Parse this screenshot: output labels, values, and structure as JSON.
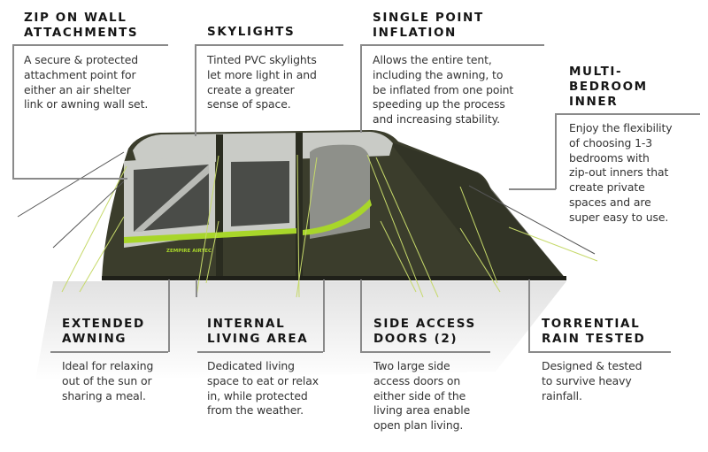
{
  "features": [
    {
      "id": "zip-on-wall-attachments",
      "title": "ZIP ON WALL\nATTACHMENTS",
      "description": "A secure & protected\nattachment point for\neither an air shelter\nlink or awning wall set."
    },
    {
      "id": "skylights",
      "title": "SKYLIGHTS",
      "description": "Tinted PVC skylights\nlet more light in and\ncreate a greater\nsense of space."
    },
    {
      "id": "single-point-inflation",
      "title": "SINGLE POINT\nINFLATION",
      "description": "Allows the entire tent,\nincluding the awning, to\nbe inflated from one point\nspeeding up the process\nand increasing stability."
    },
    {
      "id": "multi-bedroom-inner",
      "title": "MULTI-\nBEDROOM\nINNER",
      "description": "Enjoy the flexibility\nof choosing 1-3\nbedrooms with\nzip-out inners that\ncreate private\nspaces and are\nsuper easy to use."
    },
    {
      "id": "extended-awning",
      "title": "EXTENDED\nAWNING",
      "description": "Ideal for relaxing\nout of the sun or\nsharing a meal."
    },
    {
      "id": "internal-living-area",
      "title": "INTERNAL\nLIVING AREA",
      "description": "Dedicated living\nspace to eat or relax\nin, while protected\nfrom the weather."
    },
    {
      "id": "side-access-doors",
      "title": "SIDE ACCESS\nDOORS (2)",
      "description": "Two large side\naccess doors on\neither side of the\nliving area enable\nopen plan living."
    },
    {
      "id": "torrential-rain-tested",
      "title": "TORRENTIAL\nRAIN TESTED",
      "description": "Designed & tested\nto survive heavy\nrainfall."
    }
  ],
  "tent": {
    "brand_text": "ZEMPIRE AIRTEC",
    "colors": {
      "body": "#3b3d2c",
      "body_dark": "#2a2c20",
      "panel": "#c9cbc6",
      "accent": "#a8d62a",
      "window": "#4a4c48",
      "guy_line": "#c6d96a"
    }
  },
  "style": {
    "connector_color": "#8a8a8a",
    "background": "#ffffff"
  }
}
